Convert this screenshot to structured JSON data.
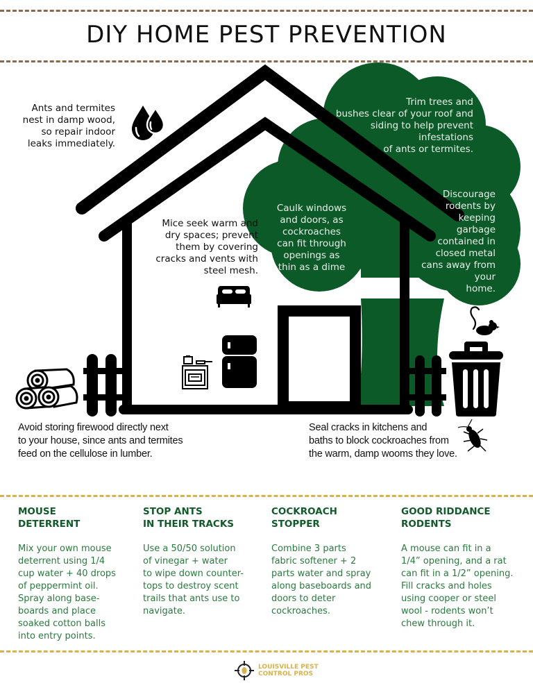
{
  "title": "DIY HOME PEST PREVENTION",
  "colors": {
    "tree_green": "#0c5a28",
    "tip_green": "#1d6b35",
    "divider_brown": "#8a6a4a",
    "divider_gold": "#d9b24a",
    "ink": "#111111"
  },
  "notes": {
    "leaks": "Ants and termites\nnest in damp wood,\nso repair indoor\nleaks immediately.",
    "trim_trees": "Trim trees and\nbushes clear of your roof and\nsiding to help prevent\ninfestations\nof ants or termites.",
    "mice": "Mice seek warm and\ndry spaces; prevent\nthem by covering\ncracks and vents with\nsteel mesh.",
    "caulk": "Caulk windows\nand doors, as\ncockroaches\ncan fit through\nopenings as\nthin as a dime",
    "garbage": "Discourage\nrodents by\nkeeping\ngarbage\ncontained in\nclosed metal\ncans away from\nyour\nhome.",
    "firewood": "Avoid storing firewood directly next\nto your house, since ants and termites\nfeed on the cellulose in lumber.",
    "seal_cracks": "Seal cracks in kitchens and\nbaths to block cockroaches from\nthe warm, damp wooms they love."
  },
  "tips": [
    {
      "heading": "MOUSE\nDETERRENT",
      "body": "Mix your own mouse\ndeterrent using 1/4\ncup water + 40 drops\nof peppermint oil.\nSpray along base-\nboards and place\nsoaked cotton balls\ninto entry points."
    },
    {
      "heading": "STOP ANTS\nIN THEIR TRACKS",
      "body": "Use a 50/50 solution\nof vinegar + water\nto wipe down counter-\ntops to destroy scent\ntrails that ants use to\nnavigate."
    },
    {
      "heading": "COCKROACH\nSTOPPER",
      "body": "Combine 3 parts\nfabric softener + 2\nparts water and spray\nalong baseboards and\ndoors to deter\ncockroaches."
    },
    {
      "heading": "GOOD RIDDANCE\nRODENTS",
      "body": "A mouse can fit in a\n1/4” opening, and a rat\ncan fit in a 1/2” opening.\nFill cracks and holes\nusing cooper or steel\nwool - rodents won’t\nchew through it."
    }
  ],
  "icons": [
    "water-drops-icon",
    "bed-icon",
    "stove-icon",
    "fridge-icon",
    "firewood-icon",
    "mouse-icon",
    "trash-can-icon",
    "cockroach-icon",
    "crosshair-logo-icon"
  ],
  "footer": {
    "logo_line1": "LOUISVILLE PEST",
    "logo_line2": "CONTROL PROS"
  }
}
